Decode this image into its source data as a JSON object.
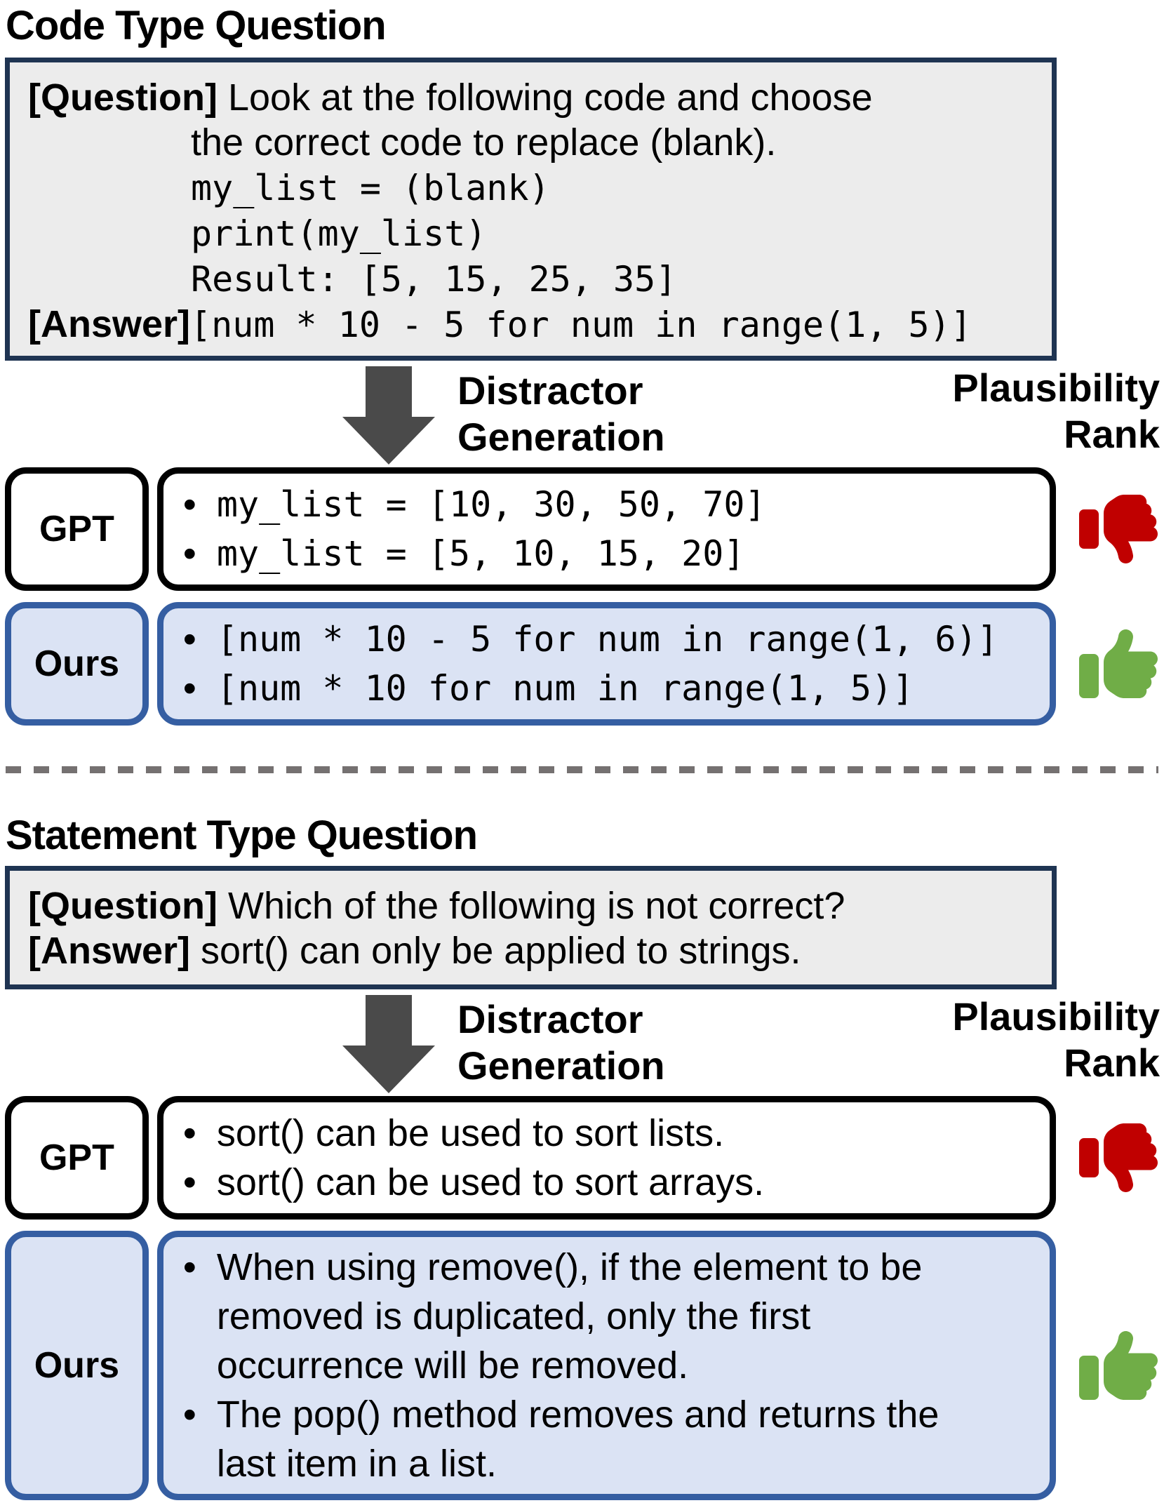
{
  "colors": {
    "question_box_border": "#1f3452",
    "question_box_fill": "#ececec",
    "gpt_border": "#000000",
    "ours_border": "#355ea2",
    "ours_fill": "#dbe3f4",
    "arrow": "#4a4a4a",
    "thumbs_down": "#c00000",
    "thumbs_up": "#70ad47",
    "divider": "#757171"
  },
  "sections": [
    {
      "title": "Code Type Question",
      "question_box": {
        "lines": [
          {
            "label": "[Question] ",
            "text": "Look at the following code and choose"
          },
          {
            "text": "the correct code to replace (blank)."
          },
          {
            "text": "my_list = (blank)"
          },
          {
            "text": "print(my_list)"
          },
          {
            "text": "Result: [5, 15, 25, 35]"
          },
          {
            "label": "[Answer]",
            "text": "[num * 10 - 5 for num in range(1, 5)]"
          }
        ]
      },
      "arrow_label": {
        "line1": "Distractor",
        "line2": "Generation"
      },
      "plausibility_label": {
        "line1": "Plausibility",
        "line2": "Rank"
      },
      "gpt_row": {
        "label": "GPT",
        "bullets": [
          "my_list = [10, 30, 50, 70]",
          "my_list = [5, 10, 15, 20]"
        ],
        "verdict": "thumbs-down"
      },
      "ours_row": {
        "label": "Ours",
        "bullets": [
          "[num * 10 - 5 for num in range(1, 6)]",
          "[num * 10 for num in range(1, 5)]"
        ],
        "verdict": "thumbs-up"
      }
    },
    {
      "title": "Statement Type Question",
      "question_box": {
        "lines": [
          {
            "label": "[Question] ",
            "text": "Which of the following is not correct?"
          },
          {
            "label": "[Answer] ",
            "text": "sort() can only be applied to strings."
          }
        ]
      },
      "arrow_label": {
        "line1": "Distractor",
        "line2": "Generation"
      },
      "plausibility_label": {
        "line1": "Plausibility",
        "line2": "Rank"
      },
      "gpt_row": {
        "label": "GPT",
        "bullets": [
          "sort() can be used to sort lists.",
          "sort() can be used to sort arrays."
        ],
        "verdict": "thumbs-down"
      },
      "ours_row": {
        "label": "Ours",
        "bullets": [
          "When using remove(), if the element to be removed is duplicated, only the first occurrence will be removed.",
          "The pop() method removes and returns the last item in a list."
        ],
        "verdict": "thumbs-up"
      }
    }
  ]
}
